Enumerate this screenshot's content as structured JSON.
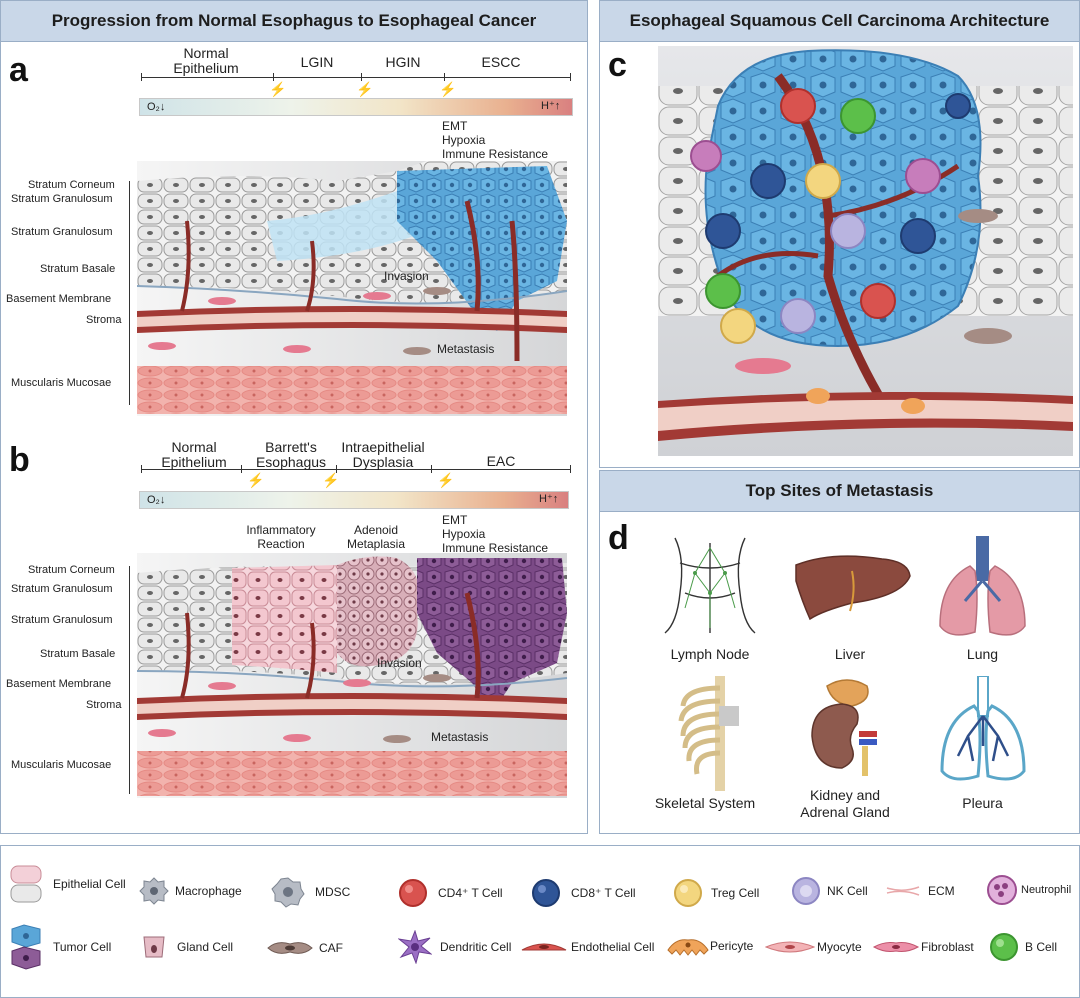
{
  "panel_ab": {
    "title": "Progression from Normal Esophagus to Esophageal Cancer"
  },
  "panel_c": {
    "title": "Esophageal Squamous Cell Carcinoma Architecture",
    "letter": "c"
  },
  "panel_d": {
    "title": "Top Sites of Metastasis",
    "letter": "d"
  },
  "diagram_a": {
    "letter": "a",
    "stages": [
      "Normal\nEpithelium",
      "LGIN",
      "HGIN",
      "ESCC"
    ],
    "o2": "O₂↓",
    "h": "H⁺↑",
    "tumor_features": "EMT\nHypoxia\nImmune Resistance",
    "layers": [
      "Stratum Corneum",
      "Stratum Granulosum",
      "Stratum Granulosum",
      "Stratum Basale",
      "Basement Membrane",
      "Stroma",
      "Muscularis Mucosae"
    ],
    "invasion": "Invasion",
    "metastasis": "Metastasis"
  },
  "diagram_b": {
    "letter": "b",
    "stages": [
      "Normal\nEpithelium",
      "Barrett's\nEsophagus",
      "Intraepithelial\nDysplasia",
      "EAC"
    ],
    "o2": "O₂↓",
    "h": "H⁺↑",
    "inflammatory": "Inflammatory\nReaction",
    "adenoid": "Adenoid\nMetaplasia",
    "tumor_features": "EMT\nHypoxia\nImmune Resistance",
    "layers": [
      "Stratum Corneum",
      "Stratum Granulosum",
      "Stratum Granulosum",
      "Stratum Basale",
      "Basement Membrane",
      "Stroma",
      "Muscularis Mucosae"
    ],
    "invasion": "Invasion",
    "metastasis": "Metastasis"
  },
  "sites": [
    "Lymph Node",
    "Liver",
    "Lung",
    "Skeletal System",
    "Kidney and\nAdrenal Gland",
    "Pleura"
  ],
  "legend": [
    {
      "label": "Epithelial Cell",
      "icon": "epithelial-cell-icon"
    },
    {
      "label": "Macrophage",
      "icon": "macrophage-icon"
    },
    {
      "label": "MDSC",
      "icon": "mdsc-icon"
    },
    {
      "label": "CD4⁺ T Cell",
      "icon": "cd4-t-cell-icon",
      "color": "#d9534f"
    },
    {
      "label": "CD8⁺ T Cell",
      "icon": "cd8-t-cell-icon",
      "color": "#2f5597"
    },
    {
      "label": "Treg Cell",
      "icon": "treg-cell-icon",
      "color": "#f3d67f"
    },
    {
      "label": "NK Cell",
      "icon": "nk-cell-icon",
      "color": "#b9b4e0"
    },
    {
      "label": "ECM",
      "icon": "ecm-icon"
    },
    {
      "label": "Neutrophil",
      "icon": "neutrophil-icon",
      "color": "#c77dbb"
    },
    {
      "label": "Tumor Cell",
      "icon": "tumor-cell-icon"
    },
    {
      "label": "Gland Cell",
      "icon": "gland-cell-icon"
    },
    {
      "label": "CAF",
      "icon": "caf-icon"
    },
    {
      "label": "Dendritic Cell",
      "icon": "dendritic-cell-icon",
      "color": "#9b6fc4"
    },
    {
      "label": "Endothelial Cell",
      "icon": "endothelial-cell-icon"
    },
    {
      "label": "Pericyte",
      "icon": "pericyte-icon"
    },
    {
      "label": "Myocyte",
      "icon": "myocyte-icon"
    },
    {
      "label": "Fibroblast",
      "icon": "fibroblast-icon"
    },
    {
      "label": "B Cell",
      "icon": "b-cell-icon",
      "color": "#5cbf4a"
    }
  ]
}
